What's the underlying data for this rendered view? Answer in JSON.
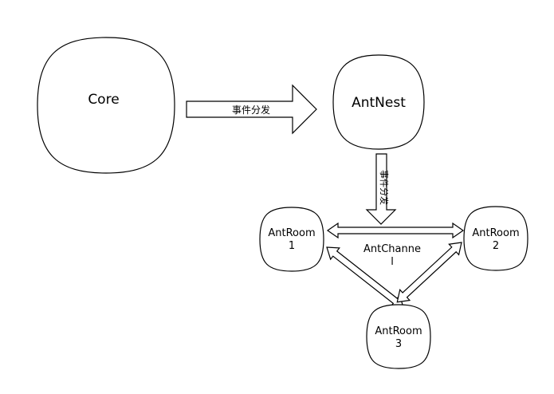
{
  "nodes": {
    "core": {
      "label": "Core"
    },
    "antnest": {
      "label": "AntNest"
    },
    "antroom1": {
      "label_line1": "AntRoom",
      "label_line2": "1"
    },
    "antroom2": {
      "label_line1": "AntRoom",
      "label_line2": "2"
    },
    "antroom3": {
      "label_line1": "AntRoom",
      "label_line2": "3"
    }
  },
  "edges": {
    "core_to_antnest": {
      "label": "事件分发"
    },
    "antnest_to_rooms": {
      "label": "事件分发"
    }
  },
  "channel": {
    "label_line1": "AntChanne",
    "label_line2": "l"
  },
  "colors": {
    "stroke": "#000000",
    "fill": "#ffffff",
    "text": "#000000"
  }
}
